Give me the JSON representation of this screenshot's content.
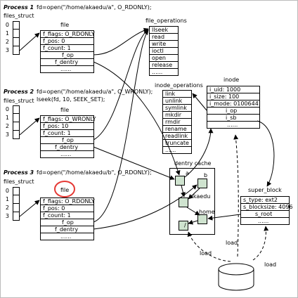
{
  "processes": [
    {
      "label": "Process 1",
      "code": [
        "fd=open(\"/home/akaedu/a\", O_RDONLY);"
      ],
      "files_struct": "files_struct",
      "fd_indices": [
        "0",
        "1",
        "2",
        "3"
      ],
      "file_label": "file",
      "file_fields": [
        "f_flags: O_RDONLY",
        "f_pos: 0",
        "f_count: 1",
        "f_op",
        "f_dentry",
        "......"
      ]
    },
    {
      "label": "Process 2",
      "code": [
        "fd=open(\"/home/akaedu/a\", O_WRONLY);",
        "lseek(fd, 10, SEEK_SET);"
      ],
      "files_struct": "files_struct",
      "fd_indices": [
        "0",
        "1",
        "2",
        "3"
      ],
      "file_label": "file",
      "file_fields": [
        "f_flags: O_WRONLY",
        "f_pos: 10",
        "f_count: 1",
        "f_op",
        "f_dentry",
        "......"
      ]
    },
    {
      "label": "Process 3",
      "code": [
        "fd=open(\"/home/akaedu/b\", O_RDONLY);"
      ],
      "files_struct": "files_struct",
      "fd_indices": [
        "0",
        "1",
        "2",
        "3"
      ],
      "file_label": "file",
      "file_fields": [
        "f_flags: O_RDONLY",
        "f_pos: 0",
        "f_count: 1",
        "f_op",
        "f_dentry",
        "......"
      ]
    }
  ],
  "file_operations": {
    "title": "file_operations",
    "items": [
      "llseek",
      "read",
      "write",
      "ioctl",
      "open",
      "release",
      "......"
    ]
  },
  "inode_operations": {
    "title": "inode_operations",
    "items": [
      "link",
      "unlink",
      "symlink",
      "mkdir",
      "rmdir",
      "rename",
      "readlink",
      "truncate",
      "......"
    ]
  },
  "inode": {
    "title": "inode",
    "items": [
      "i_uid: 1000",
      "i_size: 100",
      "i_mode: 0100644",
      "i_op",
      "i_sb",
      "......"
    ]
  },
  "dentry_cache": {
    "title": "dentry cache",
    "labels": [
      "a",
      "b",
      "akaedu",
      "home",
      "/"
    ]
  },
  "super_block": {
    "title": "super_block",
    "items": [
      "s_type: ext2",
      "s_blocksize: 4096",
      "s_root",
      "......"
    ]
  },
  "disk": {
    "label": "disk",
    "load_labels": [
      "load",
      "load",
      "load"
    ]
  },
  "colors": {
    "highlight": "#e53935",
    "dentry_fill": "#cfe3cf",
    "line": "#000000"
  }
}
